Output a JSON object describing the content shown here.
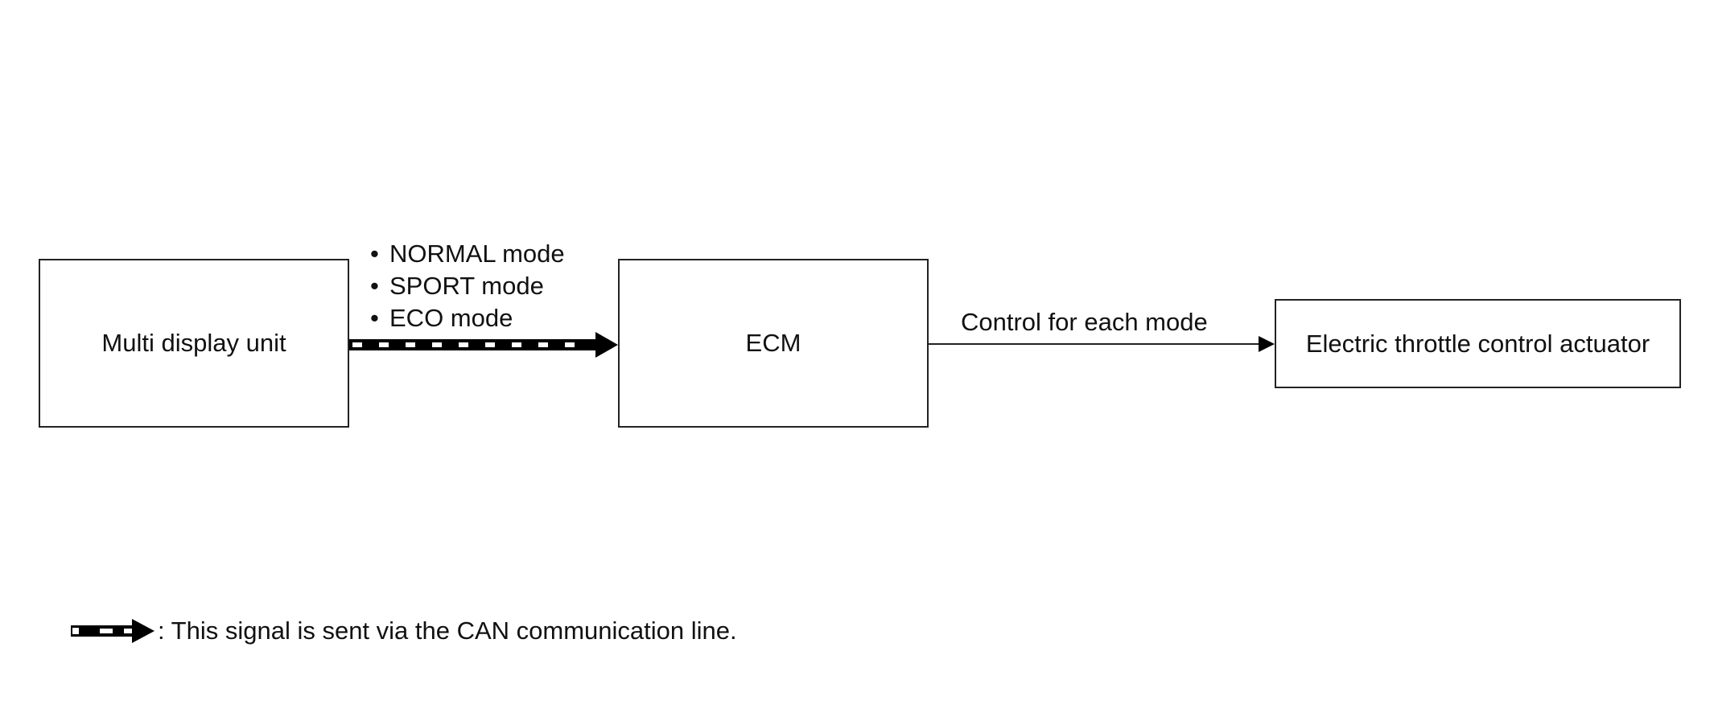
{
  "nodes": {
    "multi_display_unit": "Multi display unit",
    "ecm": "ECM",
    "throttle_actuator": "Electric throttle control actuator"
  },
  "signals": [
    "NORMAL mode",
    "SPORT mode",
    "ECO mode"
  ],
  "control_label": "Control for each mode",
  "legend": {
    "text": ": This signal is sent via the CAN communication line."
  }
}
